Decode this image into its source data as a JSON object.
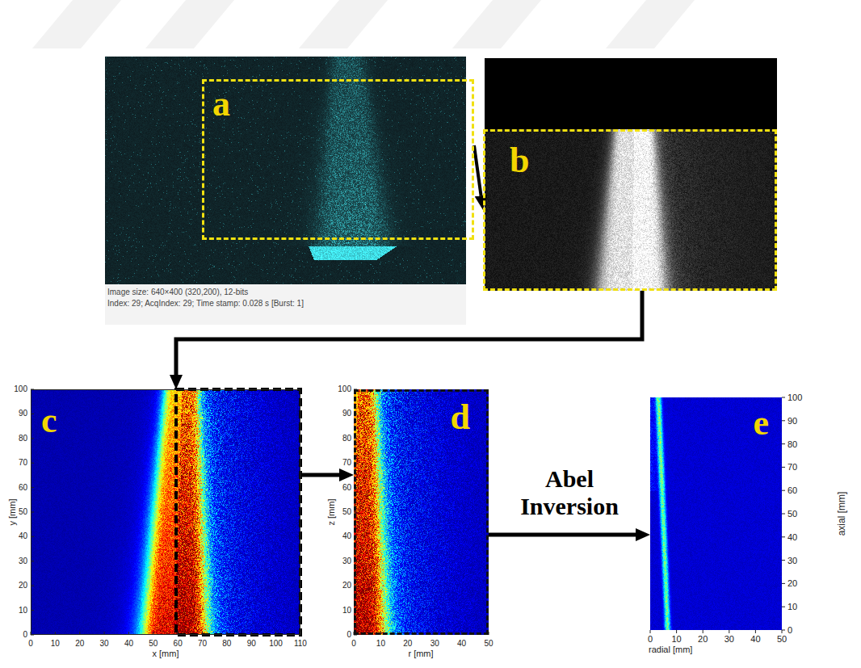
{
  "diagram": {
    "nodes": [
      {
        "text": [
          "a"
        ]
      },
      {
        "text": [
          "b"
        ]
      },
      {
        "text": [
          "c"
        ]
      },
      {
        "text": [
          "d"
        ]
      },
      {
        "text": [
          "e"
        ]
      }
    ],
    "edges": [
      {
        "from": 0,
        "to": 1,
        "arrow": "to"
      },
      {
        "from": 1,
        "to": 2,
        "arrow": "to"
      },
      {
        "from": 2,
        "to": 3,
        "arrow": "to"
      },
      {
        "from": 3,
        "to": 4,
        "arrow": "to",
        "label": "Abel Inversion"
      }
    ],
    "labels": [
      "Image size: 640×400 (320,200), 12-bits",
      "Index: 29; AcqIndex: 29; Time stamp: 0.028 s [Burst: 1]",
      "0",
      "10",
      "20",
      "30",
      "40",
      "50",
      "60",
      "70",
      "80",
      "90",
      "100",
      "0",
      "10",
      "20",
      "30",
      "40",
      "50",
      "60",
      "70",
      "80",
      "90",
      "100",
      "110",
      "y [mm]",
      "x [mm]",
      "0",
      "10",
      "20",
      "30",
      "40",
      "50",
      "60",
      "70",
      "80",
      "90",
      "100",
      "0",
      "10",
      "20",
      "30",
      "40",
      "50",
      "z [mm]",
      "r [mm]",
      "0",
      "10",
      "20",
      "30",
      "40",
      "50",
      "60",
      "70",
      "80",
      "90",
      "100",
      "0",
      "10",
      "20",
      "30",
      "40",
      "50",
      "axial [mm]",
      "radial [mm]"
    ]
  }
}
